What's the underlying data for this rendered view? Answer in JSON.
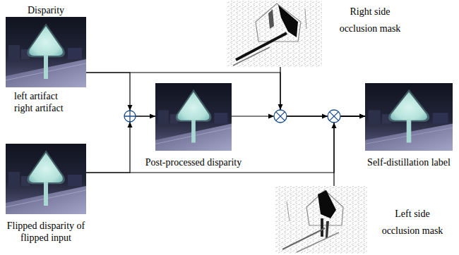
{
  "diagram": {
    "nodes": [
      {
        "text": [
          "Disparity"
        ]
      },
      {
        "text": [
          "Flipped disparity of flipped input"
        ]
      },
      {
        "text": [
          "Post-processed disparity"
        ]
      },
      {
        "text": [
          "Right side occlusion mask"
        ]
      },
      {
        "text": [
          "Self-distillation label"
        ]
      },
      {
        "text": [
          "Left side occlusion mask"
        ]
      }
    ],
    "edges": [
      {
        "from": 0,
        "to": 2,
        "arrow": "to"
      },
      {
        "from": 1,
        "to": 2,
        "arrow": "to"
      },
      {
        "from": 0,
        "to": 4,
        "arrow": "to"
      },
      {
        "from": 2,
        "to": 4,
        "arrow": "to"
      },
      {
        "from": 3,
        "to": 4,
        "arrow": "to"
      },
      {
        "from": 1,
        "to": 4,
        "arrow": "to"
      },
      {
        "from": 5,
        "to": 4,
        "arrow": "to"
      }
    ],
    "labels": [
      "left artifact",
      "right artifact"
    ]
  }
}
